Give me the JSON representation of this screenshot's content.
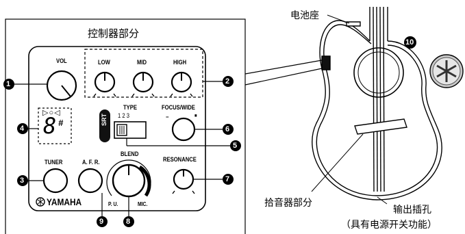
{
  "panel": {
    "title": "控制器部分",
    "labels": {
      "vol": "VOL",
      "low": "LOW",
      "mid": "MID",
      "high": "HIGH",
      "type": "TYPE",
      "type_positions": "1  2  3",
      "focus_wide": "FOCUS/WIDE",
      "focus_minus": "−",
      "focus_square": "■",
      "tuner": "TUNER",
      "afr": "A. F. R.",
      "blend": "BLEND",
      "pu": "P. U.",
      "mic": "MIC.",
      "resonance": "RESONANCE",
      "srt": "SRT",
      "tuner_indicator": "▷○◁",
      "tuner_display": "8",
      "tuner_sharp": "#",
      "brand": "YAMAHA"
    },
    "callouts": [
      "1",
      "2",
      "3",
      "4",
      "5",
      "6",
      "7",
      "8",
      "9"
    ]
  },
  "guitar": {
    "battery_label": "电池座",
    "pickup_label": "拾音器部分",
    "output_label": "输出插孔",
    "output_sublabel": "（具有电源开关功能）",
    "logo_callout": "10"
  }
}
